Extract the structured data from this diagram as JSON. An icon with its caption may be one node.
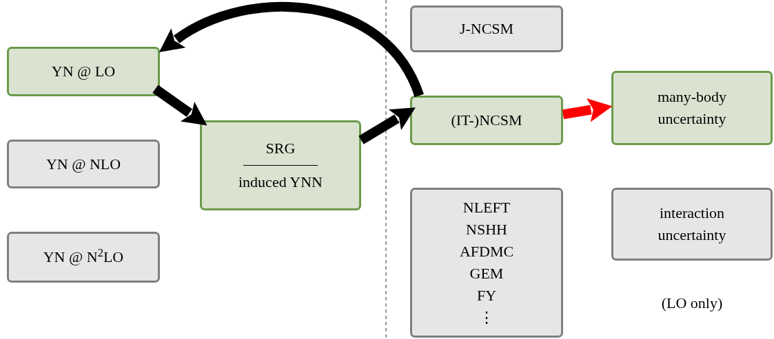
{
  "diagram": {
    "nodes": [
      {
        "text": [
          "YN @ LO"
        ]
      },
      {
        "text": [
          "YN @ NLO"
        ]
      },
      {
        "text": [
          "YN @ N$^{2}$LO"
        ]
      },
      {
        "text": [
          "SRG",
          "induced YNN"
        ]
      },
      {
        "text": [
          "J-NCSM"
        ]
      },
      {
        "text": [
          "(IT-)NCSM"
        ]
      },
      {
        "text": [
          "NLEFT",
          "NSHH",
          "AFDMC",
          "GEM",
          "FY",
          "⋮"
        ]
      },
      {
        "text": [
          "many-body uncertainty"
        ]
      },
      {
        "text": [
          "interaction uncertainty"
        ]
      }
    ],
    "edges": [
      {
        "from": 5,
        "to": 0,
        "arrow": "to"
      },
      {
        "from": 0,
        "to": 3,
        "arrow": "to"
      },
      {
        "from": 3,
        "to": 5,
        "arrow": "to"
      },
      {
        "from": 5,
        "to": 7,
        "arrow": "to",
        "color": "#ff0000"
      }
    ],
    "labels": [
      "(LO only)"
    ]
  }
}
